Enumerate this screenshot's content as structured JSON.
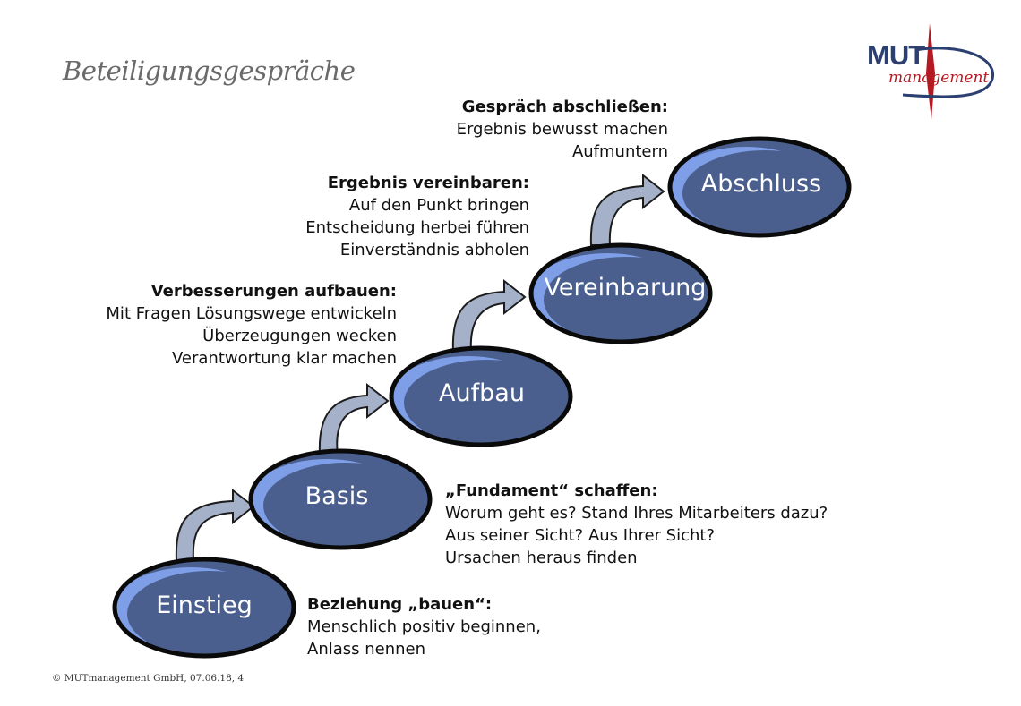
{
  "title": "Beteiligungsgespräche",
  "logo": {
    "brand": "MUT",
    "sub": "management",
    "colors": {
      "navy": "#2b3f70",
      "red": "#b51a22"
    }
  },
  "steps": [
    {
      "label": "Einstieg"
    },
    {
      "label": "Basis"
    },
    {
      "label": "Aufbau"
    },
    {
      "label": "Vereinbarung"
    },
    {
      "label": "Abschluss"
    }
  ],
  "descriptions": [
    {
      "heading": "Beziehung „bauen“:",
      "lines": [
        "Menschlich positiv beginnen,",
        "Anlass nennen"
      ]
    },
    {
      "heading": "„Fundament“ schaffen:",
      "lines": [
        "Worum geht es? Stand Ihres Mitarbeiters dazu?",
        "Aus seiner Sicht? Aus Ihrer Sicht?",
        "Ursachen heraus finden"
      ]
    },
    {
      "heading": "Verbesserungen aufbauen:",
      "lines": [
        "Mit Fragen Lösungswege entwickeln",
        "Überzeugungen wecken",
        "Verantwortung klar machen"
      ]
    },
    {
      "heading": "Ergebnis vereinbaren:",
      "lines": [
        "Auf den Punkt bringen",
        "Entscheidung herbei führen",
        "Einverständnis abholen"
      ]
    },
    {
      "heading": "Gespräch abschließen:",
      "lines": [
        "Ergebnis bewusst machen",
        "Aufmuntern"
      ]
    }
  ],
  "footer": "© MUTmanagement GmbH, 07.06.18, 4",
  "colors": {
    "ellipse_fill": "#4a5f8e",
    "ellipse_highlight": "#7e9ee8",
    "ellipse_border": "#0a0a0a",
    "arrow_fill": "#a5b1c9"
  }
}
